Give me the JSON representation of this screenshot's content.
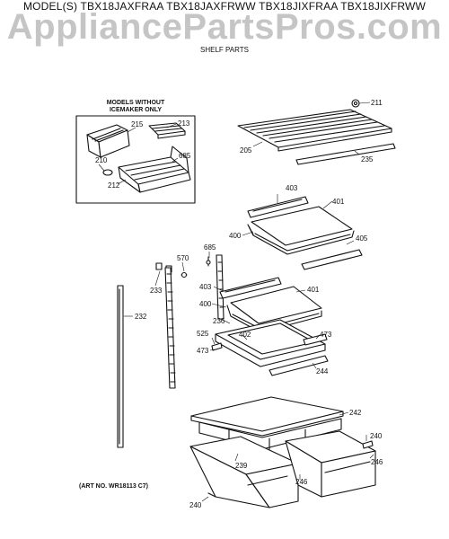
{
  "header": {
    "models_line": "MODEL(S) TBX18JAXFRAA TBX18JAXFRWW TBX18JIXFRAA TBX18JIXFRWW",
    "watermark": "AppliancePartsPros.com",
    "subtitle": "SHELF PARTS"
  },
  "inset": {
    "title_line1": "MODELS WITHOUT",
    "title_line2": "ICEMAKER ONLY",
    "parts": [
      "215",
      "213",
      "210",
      "685",
      "212"
    ]
  },
  "callouts": {
    "p211": "211",
    "p205": "205",
    "p235": "235",
    "p403a": "403",
    "p401a": "401",
    "p400a": "400",
    "p405": "405",
    "p685": "685",
    "p570": "570",
    "p233": "233",
    "p232": "232",
    "p403b": "403",
    "p401b": "401",
    "p400b": "400",
    "p236": "236",
    "p402": "402",
    "p525": "525",
    "p473a": "473",
    "p473b": "473",
    "p244": "244",
    "p242": "242",
    "p240a": "240",
    "p239": "239",
    "p246a": "246",
    "p246b": "246",
    "p240b": "240"
  },
  "footer": {
    "art_no": "(ART NO. WR18113 C7)"
  }
}
